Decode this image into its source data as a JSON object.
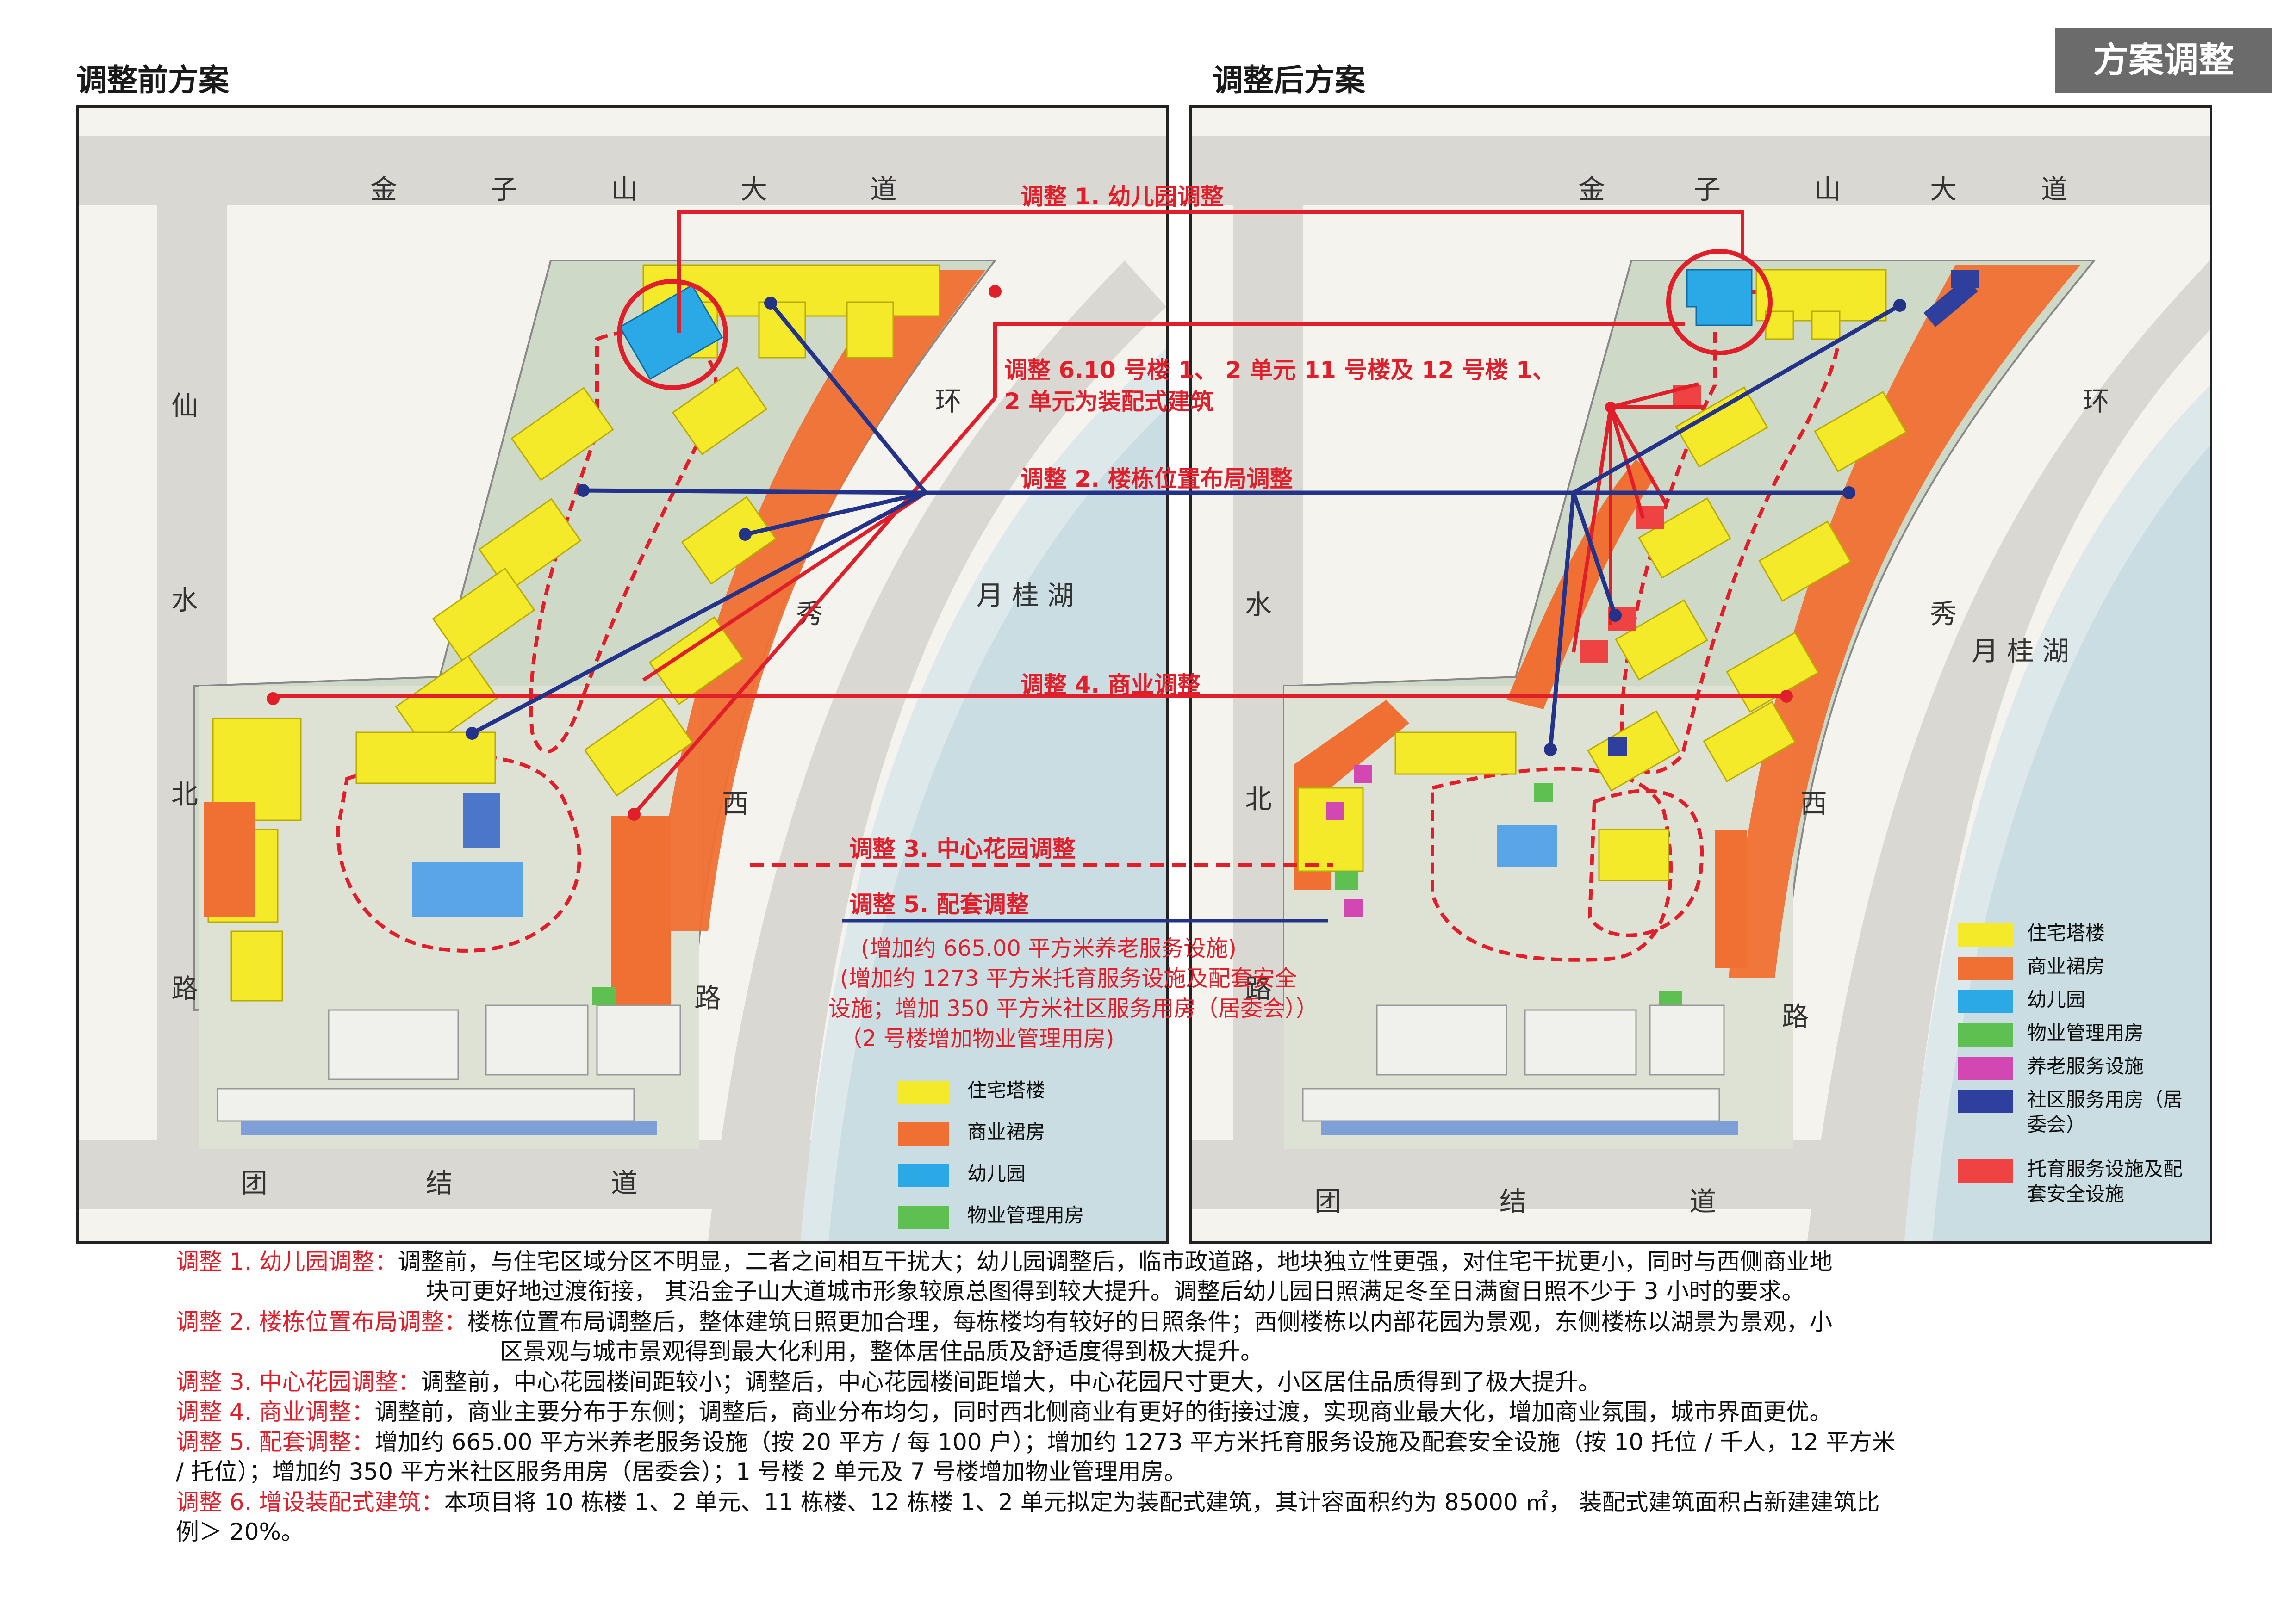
{
  "header": {
    "left_title": "调整前方案",
    "right_title": "调整后方案",
    "badge": "方案调整"
  },
  "colors": {
    "residential": "#f5ea2a",
    "commercial": "#f07033",
    "kindergarten": "#2aa9e6",
    "property_mgmt": "#5fc052",
    "elderly_service": "#d347b2",
    "community_service": "#2e3f9e",
    "childcare": "#ef4343",
    "annotation_red": "#e01f2a",
    "connector_blue": "#24338a"
  },
  "roads": {
    "left": {
      "top": [
        "金",
        "子",
        "山",
        "大",
        "道"
      ],
      "west": [
        "仙",
        "水",
        "北",
        "路"
      ],
      "south": [
        "团",
        "结",
        "道"
      ],
      "east": [
        "环",
        "秀",
        "西",
        "路"
      ],
      "lake": "月 桂 湖"
    },
    "right": {
      "top": [
        "金",
        "子",
        "山",
        "大",
        "道"
      ],
      "west": [
        "水",
        "北",
        "路"
      ],
      "south": [
        "团",
        "结",
        "道"
      ],
      "east": [
        "环",
        "秀",
        "西",
        "路"
      ],
      "lake": "月 桂 湖"
    }
  },
  "annotations": {
    "a1": "调整 1. 幼儿园调整",
    "a6_line1": "调整 6.10 号楼 1、 2 单元 11 号楼及 12 号楼 1、",
    "a6_line2": "2 单元为装配式建筑",
    "a2": "调整 2. 楼栋位置布局调整",
    "a4": "调整 4. 商业调整",
    "a3": "调整 3. 中心花园调整",
    "a5": "调整 5. 配套调整",
    "a5_d1": "(增加约 665.00 平方米养老服务设施)",
    "a5_d2": "(增加约 1273 平方米托育服务设施及配套安全",
    "a5_d3": "设施；增加 350 平方米社区服务用房（居委会））",
    "a5_d4": "（2 号楼增加物业管理用房)"
  },
  "legend_left": [
    {
      "label": "住宅塔楼",
      "color_key": "residential"
    },
    {
      "label": "商业裙房",
      "color_key": "commercial"
    },
    {
      "label": "幼儿园",
      "color_key": "kindergarten"
    },
    {
      "label": "物业管理用房",
      "color_key": "property_mgmt"
    }
  ],
  "legend_right": [
    {
      "label": "住宅塔楼",
      "color_key": "residential"
    },
    {
      "label": "商业裙房",
      "color_key": "commercial"
    },
    {
      "label": "幼儿园",
      "color_key": "kindergarten"
    },
    {
      "label": "物业管理用房",
      "color_key": "property_mgmt"
    },
    {
      "label": "养老服务设施",
      "color_key": "elderly_service"
    },
    {
      "label": "社区服务用房（居",
      "label2": "委会）",
      "color_key": "community_service"
    },
    {
      "label": "托育服务设施及配",
      "label2": "套安全设施",
      "color_key": "childcare"
    }
  ],
  "descriptions": [
    {
      "head": "调整 1. 幼儿园调整：",
      "lines": [
        "调整前，与住宅区域分区不明显，二者之间相互干扰大；幼儿园调整后，临市政道路，地块独立性更强，对住宅干扰更小，同时与西侧商业地",
        "块可更好地过渡衔接， 其沿金子山大道城市形象较原总图得到较大提升。调整后幼儿园日照满足冬至日满窗日照不少于 3 小时的要求。"
      ]
    },
    {
      "head": "调整 2. 楼栋位置布局调整：",
      "lines": [
        "楼栋位置布局调整后，整体建筑日照更加合理，每栋楼均有较好的日照条件；西侧楼栋以内部花园为景观，东侧楼栋以湖景为景观，小",
        "区景观与城市景观得到最大化利用，整体居住品质及舒适度得到极大提升。"
      ]
    },
    {
      "head": "调整 3. 中心花园调整：",
      "lines": [
        "调整前，中心花园楼间距较小；调整后，中心花园楼间距增大，中心花园尺寸更大，小区居住品质得到了极大提升。"
      ]
    },
    {
      "head": "调整 4. 商业调整：",
      "lines": [
        "调整前，商业主要分布于东侧；调整后，商业分布均匀，同时西北侧商业有更好的街接过渡，实现商业最大化，增加商业氛围，城市界面更优。"
      ]
    },
    {
      "head": "调整 5. 配套调整：",
      "lines": [
        "增加约 665.00 平方米养老服务设施（按 20 平方 / 每 100 户）；增加约 1273 平方米托育服务设施及配套安全设施（按 10 托位 / 千人，12 平方米",
        "/ 托位）；增加约 350 平方米社区服务用房（居委会）；1 号楼 2 单元及 7 号楼增加物业管理用房。"
      ]
    },
    {
      "head": "调整 6. 增设装配式建筑：",
      "lines": [
        "本项目将 10 栋楼 1、2 单元、11 栋楼、12 栋楼 1、2 单元拟定为装配式建筑，其计容面积约为 85000 ㎡， 装配式建筑面积占新建建筑比",
        "例＞ 20%。"
      ]
    }
  ]
}
